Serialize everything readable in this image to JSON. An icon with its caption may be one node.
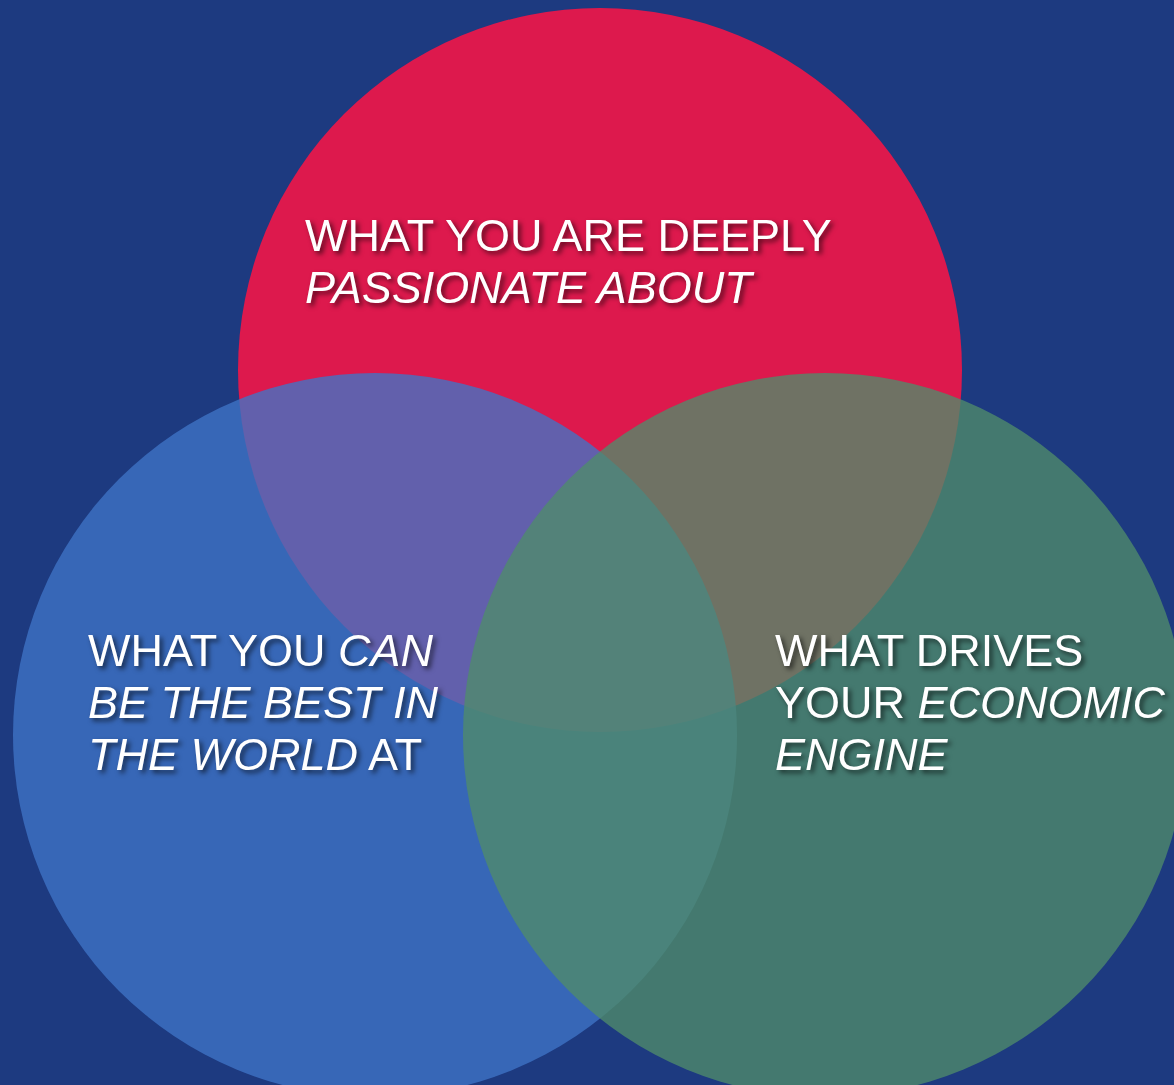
{
  "diagram": {
    "nodes": [
      {
        "text": [
          "WHAT YOU ARE DEEPLY *PASSIONATE ABOUT*"
        ]
      },
      {
        "text": [
          "WHAT YOU *CAN BE THE BEST IN THE WORLD* AT"
        ]
      },
      {
        "text": [
          "WHAT DRIVES YOUR *ECONOMIC ENGINE*"
        ]
      }
    ]
  }
}
